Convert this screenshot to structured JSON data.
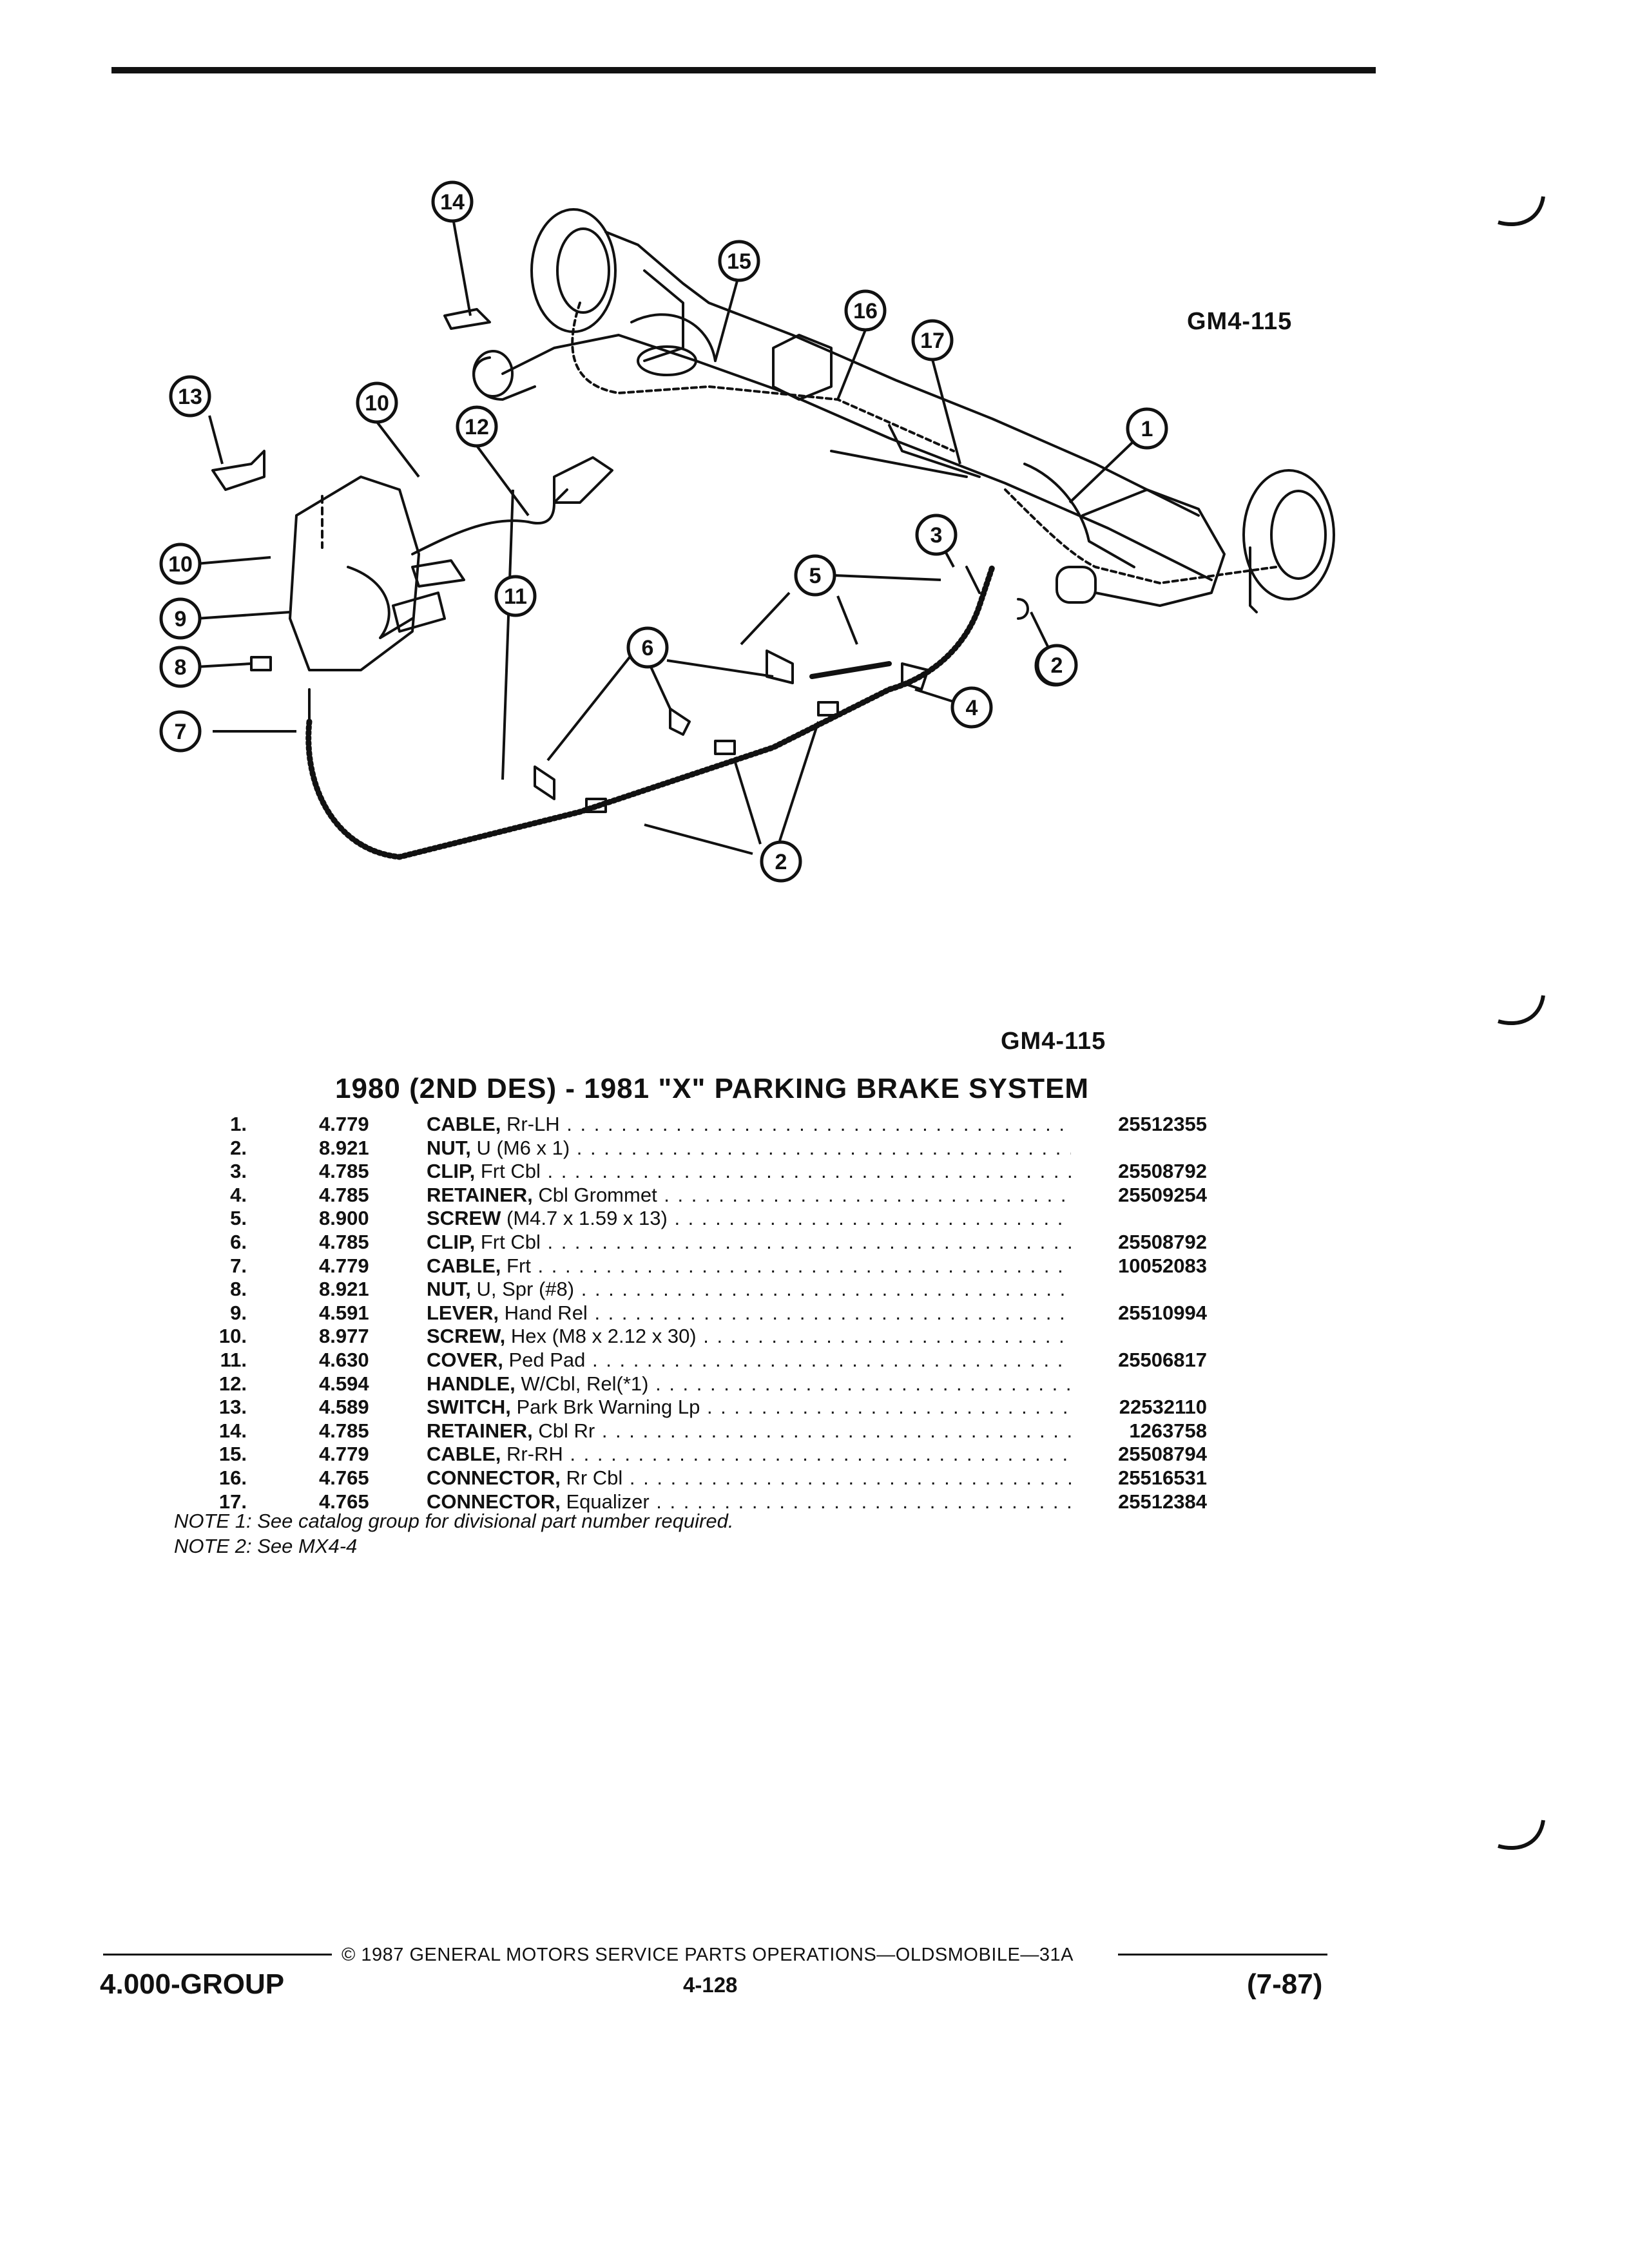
{
  "figure_code_top": "GM4-115",
  "figure_code_bottom": "GM4-115",
  "title": "1980 (2ND DES) - 1981 \"X\" PARKING BRAKE SYSTEM",
  "callouts": [
    "1",
    "2",
    "2",
    "2",
    "3",
    "4",
    "5",
    "6",
    "7",
    "8",
    "9",
    "10",
    "10",
    "11",
    "12",
    "13",
    "14",
    "15",
    "16",
    "17"
  ],
  "parts": [
    {
      "num": "1.",
      "group": "4.779",
      "name": "CABLE,",
      "spec": " Rr-LH",
      "pn": "25512355"
    },
    {
      "num": "2.",
      "group": "8.921",
      "name": "NUT,",
      "spec": " U (M6 x 1)",
      "pn": ""
    },
    {
      "num": "3.",
      "group": "4.785",
      "name": "CLIP,",
      "spec": " Frt Cbl",
      "pn": "25508792"
    },
    {
      "num": "4.",
      "group": "4.785",
      "name": "RETAINER,",
      "spec": " Cbl Grommet",
      "pn": "25509254"
    },
    {
      "num": "5.",
      "group": "8.900",
      "name": "SCREW",
      "spec": " (M4.7 x 1.59 x 13)",
      "pn": ""
    },
    {
      "num": "6.",
      "group": "4.785",
      "name": "CLIP,",
      "spec": " Frt Cbl",
      "pn": "25508792"
    },
    {
      "num": "7.",
      "group": "4.779",
      "name": "CABLE,",
      "spec": " Frt",
      "pn": "10052083"
    },
    {
      "num": "8.",
      "group": "8.921",
      "name": "NUT,",
      "spec": " U, Spr (#8)",
      "pn": ""
    },
    {
      "num": "9.",
      "group": "4.591",
      "name": "LEVER,",
      "spec": " Hand Rel",
      "pn": "25510994"
    },
    {
      "num": "10.",
      "group": "8.977",
      "name": "SCREW,",
      "spec": " Hex (M8 x 2.12 x 30)",
      "pn": ""
    },
    {
      "num": "11.",
      "group": "4.630",
      "name": "COVER,",
      "spec": " Ped Pad",
      "pn": "25506817"
    },
    {
      "num": "12.",
      "group": "4.594",
      "name": "HANDLE,",
      "spec": " W/Cbl, Rel(*1)",
      "pn": ""
    },
    {
      "num": "13.",
      "group": "4.589",
      "name": "SWITCH,",
      "spec": " Park Brk Warning Lp",
      "pn": "22532110"
    },
    {
      "num": "14.",
      "group": "4.785",
      "name": "RETAINER,",
      "spec": " Cbl Rr",
      "pn": "1263758"
    },
    {
      "num": "15.",
      "group": "4.779",
      "name": "CABLE,",
      "spec": " Rr-RH",
      "pn": "25508794"
    },
    {
      "num": "16.",
      "group": "4.765",
      "name": "CONNECTOR,",
      "spec": " Rr Cbl",
      "pn": "25516531"
    },
    {
      "num": "17.",
      "group": "4.765",
      "name": "CONNECTOR,",
      "spec": " Equalizer",
      "pn": "25512384"
    }
  ],
  "notes": [
    "NOTE 1: See catalog group for divisional part number required.",
    "NOTE 2: See MX4-4"
  ],
  "footer": {
    "copyright": "© 1987 GENERAL MOTORS SERVICE PARTS OPERATIONS—OLDSMOBILE—31A",
    "group": "4.000-GROUP",
    "page": "4-128",
    "revision": "(7-87)"
  }
}
